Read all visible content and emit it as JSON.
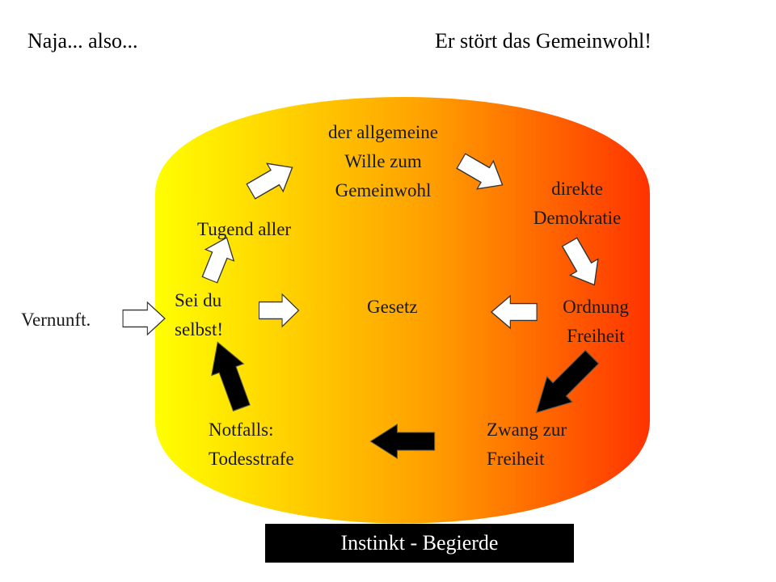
{
  "header": {
    "left": "Naja... also...",
    "right": "Er stört das Gemeinwohl!"
  },
  "labels": {
    "wille": [
      "der allgemeine",
      "Wille zum",
      "Gemeinwohl"
    ],
    "demokratie": [
      "direkte",
      "Demokratie"
    ],
    "tugend": "Tugend aller",
    "sei": [
      "Sei du",
      "selbst!"
    ],
    "gesetz": "Gesetz",
    "ordnung": [
      "Ordnung",
      "Freiheit"
    ],
    "vernunft": "Vernunft.",
    "notfalls": [
      "Notfalls:",
      "Todesstrafe"
    ],
    "zwang": [
      "Zwang zur",
      "Freiheit"
    ]
  },
  "footer": {
    "caption": "Instinkt - Begierde"
  },
  "colors": {
    "gradient_start": "#ffff00",
    "gradient_mid": "#ffa000",
    "gradient_end": "#ff3300",
    "arrow_outline_fill": "#ffffff",
    "arrow_solid_fill": "#000000",
    "caption_bg": "#000000",
    "caption_text": "#ffffff"
  },
  "icons": {
    "outline_arrow": "outline-arrow-icon",
    "solid_arrow": "solid-arrow-icon"
  }
}
